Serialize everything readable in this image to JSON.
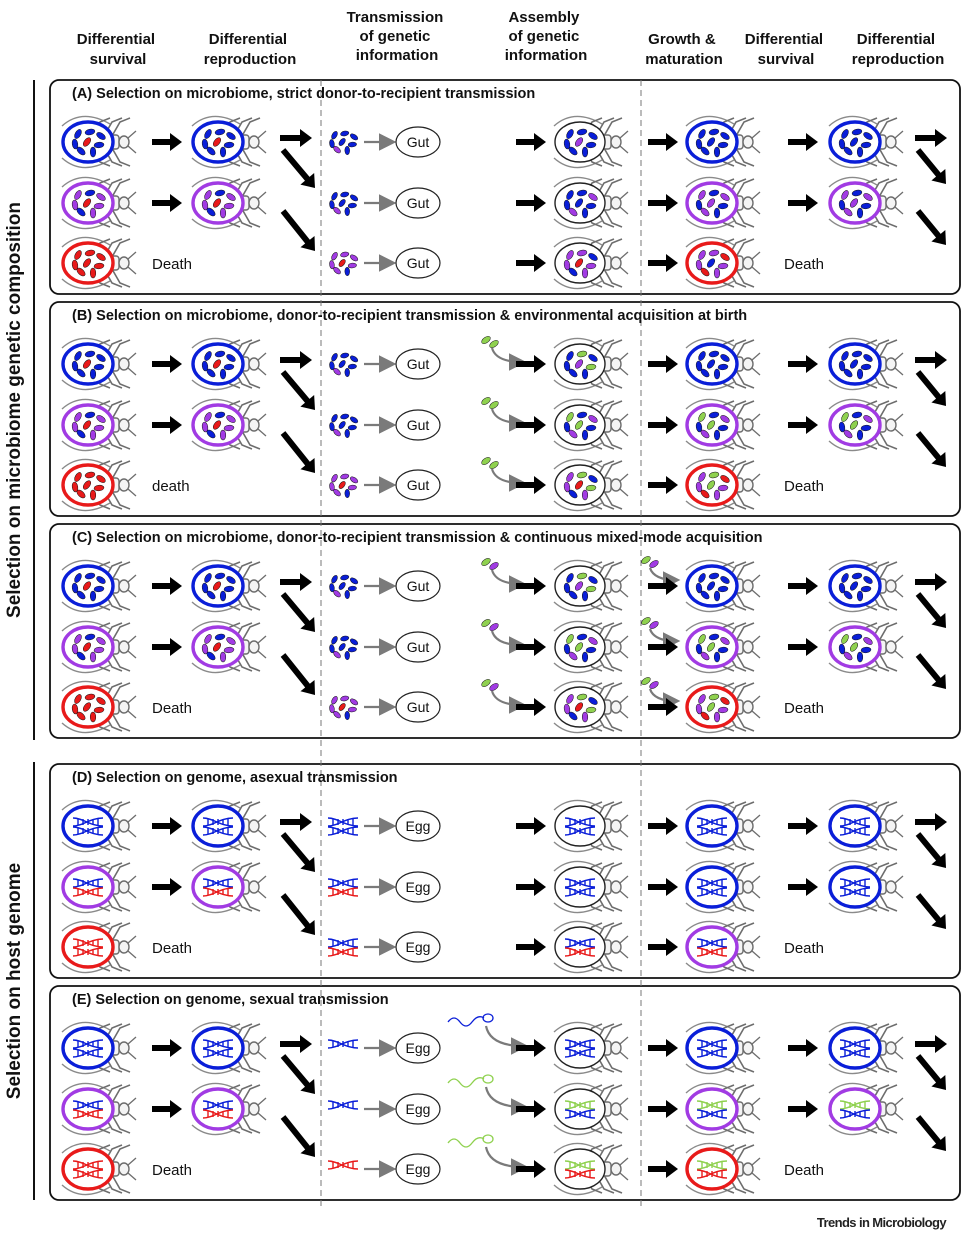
{
  "column_headers": [
    [
      "Differential",
      "survival"
    ],
    [
      "Differential",
      "reproduction"
    ],
    [
      "Transmission",
      "of genetic",
      "information"
    ],
    [
      "Assembly",
      "of genetic",
      "information"
    ],
    [
      "Growth &",
      "maturation"
    ],
    [
      "Differential",
      "survival"
    ],
    [
      "Differential",
      "reproduction"
    ]
  ],
  "side_labels": {
    "microbiome": "Selection on microbiome genetic composition",
    "genome": "Selection on host genome"
  },
  "panels": [
    {
      "title": "(A) Selection on microbiome, strict donor-to-recipient transmission",
      "receptacle": "Gut",
      "death_left": "Death",
      "death_right": "Death"
    },
    {
      "title": "(B) Selection on microbiome, donor-to-recipient transmission & environmental acquisition at birth",
      "receptacle": "Gut",
      "death_left": "death",
      "death_right": "Death"
    },
    {
      "title": "(C) Selection on microbiome, donor-to-recipient transmission & continuous mixed-mode acquisition",
      "receptacle": "Gut",
      "death_left": "Death",
      "death_right": "Death"
    },
    {
      "title": "(D) Selection on genome, asexual transmission",
      "receptacle": "Egg",
      "death_left": "Death",
      "death_right": "Death"
    },
    {
      "title": "(E) Selection on genome, sexual transmission",
      "receptacle": "Egg",
      "death_left": "Death",
      "death_right": "Death"
    }
  ],
  "footer": "Trends in Microbiology",
  "colors": {
    "blue": "#0a1ed8",
    "purple": "#a13be3",
    "red": "#e81a1a",
    "green": "#8fd14f",
    "arrow": "#000000",
    "gray_arrow": "#7a7a7a"
  }
}
